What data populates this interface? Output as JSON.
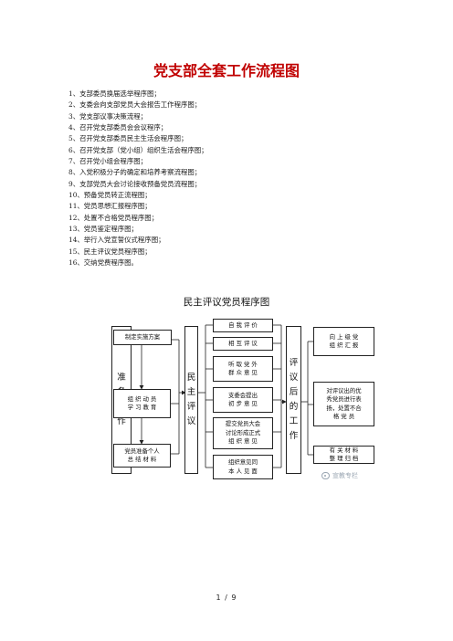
{
  "doc": {
    "title": "党支部全套工作流程图",
    "toc": [
      "1、支部委员换届选举程序图；",
      "2、支委会向支部党员大会报告工作程序图；",
      "3、党支部议事决策流程；",
      "4、召开党支部委员会会议程序；",
      "5、召开党支部委员民主生活会程序图；",
      "6、召开党支部（党小组）组织生活会程序图；",
      "7、召开党小组会程序图；",
      "8、入党积极分子的确定和培养考察流程图；",
      "9、支部党员大会讨论接收预备党员流程图；",
      "10、预备党员转正流程图；",
      "11、党员思想汇报程序图；",
      "12、处置不合格党员程序图；",
      "13、党员鉴定程序图；",
      "14、举行入党宣誓仪式程序图；",
      "15、民主评议党员程序图；",
      "16、交纳党费程序图。"
    ],
    "page_number": "1 / 9"
  },
  "flowchart": {
    "title": "民主评议党员程序图",
    "stages": {
      "prepare": "准备工作",
      "review": "民主评议",
      "after": "评议后的工作"
    },
    "prepare_steps": [
      "制定实施方案",
      "组 织 动 员\n学 习 教 育",
      "党员准备个人\n总  结  材  料"
    ],
    "review_steps": [
      "自 我 评 价",
      "相 互 评 议",
      "听 取 党 外\n群 众 意 见",
      "支委会提出\n初 步 意 见",
      "提交党员大会\n讨论形成正式\n组 织 意 见",
      "组织意见同\n本 人 见 面"
    ],
    "after_steps": [
      "向 上 级 党\n组 织 汇 报",
      "对评议出的优\n秀党员进行表\n扬，处置不合\n格  党  员",
      "有 关 材 料\n整 理 归 档"
    ],
    "watermark": "宣教专栏"
  }
}
